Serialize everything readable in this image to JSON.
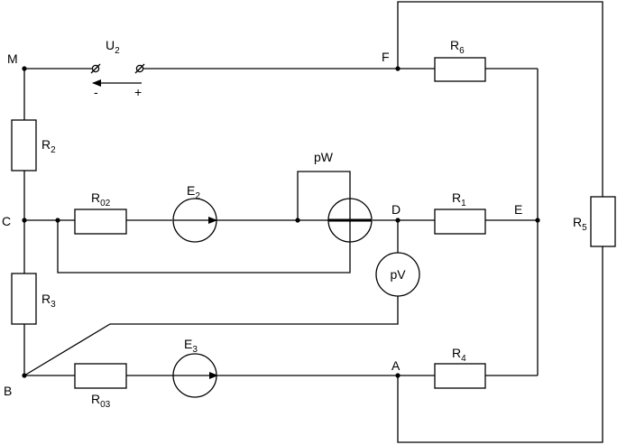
{
  "nodes": {
    "M": "M",
    "F": "F",
    "C": "C",
    "D": "D",
    "E": "E",
    "B": "B",
    "A": "A"
  },
  "source_u2": {
    "name": "U",
    "sub": "2",
    "minus": "-",
    "plus": "+"
  },
  "r2": {
    "name": "R",
    "sub": "2"
  },
  "r3": {
    "name": "R",
    "sub": "3"
  },
  "r02": {
    "name": "R",
    "sub": "02"
  },
  "r03": {
    "name": "R",
    "sub": "03"
  },
  "r1": {
    "name": "R",
    "sub": "1"
  },
  "r4": {
    "name": "R",
    "sub": "4"
  },
  "r5": {
    "name": "R",
    "sub": "5"
  },
  "r6": {
    "name": "R",
    "sub": "6"
  },
  "e2": {
    "name": "E",
    "sub": "2"
  },
  "e3": {
    "name": "E",
    "sub": "3"
  },
  "wattmeter": "pW",
  "voltmeter": "pV"
}
